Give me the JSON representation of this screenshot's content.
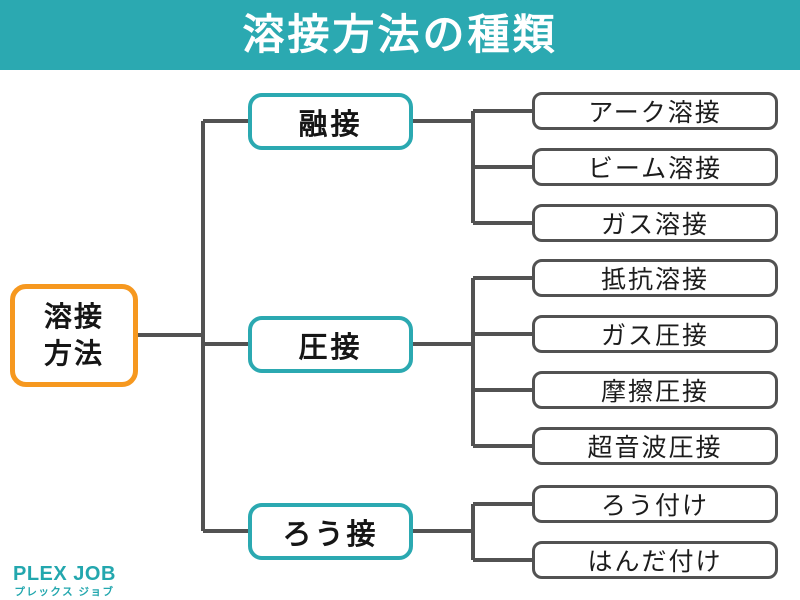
{
  "header": {
    "title": "溶接方法の種類"
  },
  "root": {
    "line1": "溶接",
    "line2": "方法"
  },
  "branches": [
    {
      "label": "融接",
      "children": [
        "アーク溶接",
        "ビーム溶接",
        "ガス溶接"
      ]
    },
    {
      "label": "圧接",
      "children": [
        "抵抗溶接",
        "ガス圧接",
        "摩擦圧接",
        "超音波圧接"
      ]
    },
    {
      "label": "ろう接",
      "children": [
        "ろう付け",
        "はんだ付け"
      ]
    }
  ],
  "logo": {
    "name": "PLEX JOB",
    "kana": "プレックス ジョブ"
  },
  "colors": {
    "teal": "#2BA9B1",
    "orange": "#F6981F",
    "line_gray": "#525252",
    "title_text": "#FFFFFF",
    "node_text": "#161616",
    "background": "#FFFFFF"
  }
}
